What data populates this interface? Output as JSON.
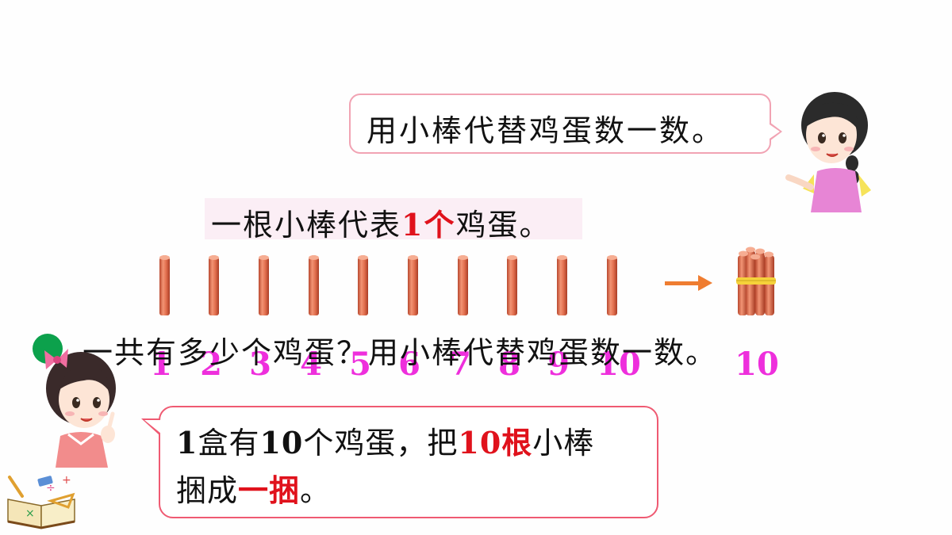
{
  "speech_top": "用小棒代替鸡蛋数一数。",
  "banner": {
    "before": "一根小棒代表",
    "highlight": "1个",
    "after": "鸡蛋。"
  },
  "sticks": {
    "count": 10
  },
  "numbers": [
    "1",
    "2",
    "3",
    "4",
    "5",
    "6",
    "7",
    "8",
    "9",
    "10"
  ],
  "bundle_number": "10",
  "question": "一共有多少个鸡蛋？用小棒代替鸡蛋数一数。",
  "speech_bottom": {
    "line1_prefix": "1",
    "line1_a": "盒有",
    "line1_b": "10",
    "line1_c": "个鸡蛋，把",
    "line1_highlight": "10根",
    "line1_d": "小棒",
    "line2_a": "捆成",
    "line2_highlight": "一捆",
    "line2_b": "。"
  },
  "colors": {
    "highlight_red": "#e0121c",
    "number_magenta": "#ee2fdc",
    "arrow_orange": "#ef7d31",
    "dot_green": "#0ca14c",
    "stick_orange": "#e26f4e"
  }
}
